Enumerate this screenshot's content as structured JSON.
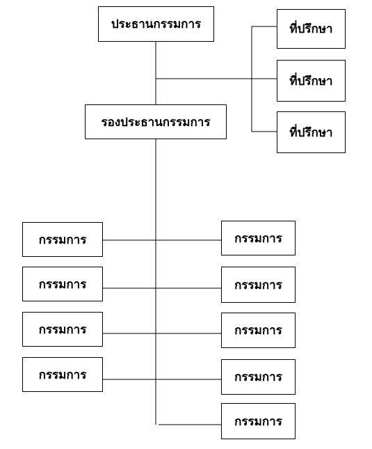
{
  "chairman": "ประธานกรรมการ",
  "vice_chairman": "รองประธานกรรมการ",
  "advisors": [
    "ที่ปรึกษา",
    "ที่ปรึกษา",
    "ที่ปรึกษา"
  ],
  "committee_left": [
    "กรรมการ",
    "กรรมการ",
    "กรรมการ",
    "กรรมการ"
  ],
  "committee_right": [
    "กรรมการ",
    "กรรมการ",
    "กรรมการ",
    "กรรมการ",
    "กรรมการ"
  ],
  "line_color": "#000000"
}
